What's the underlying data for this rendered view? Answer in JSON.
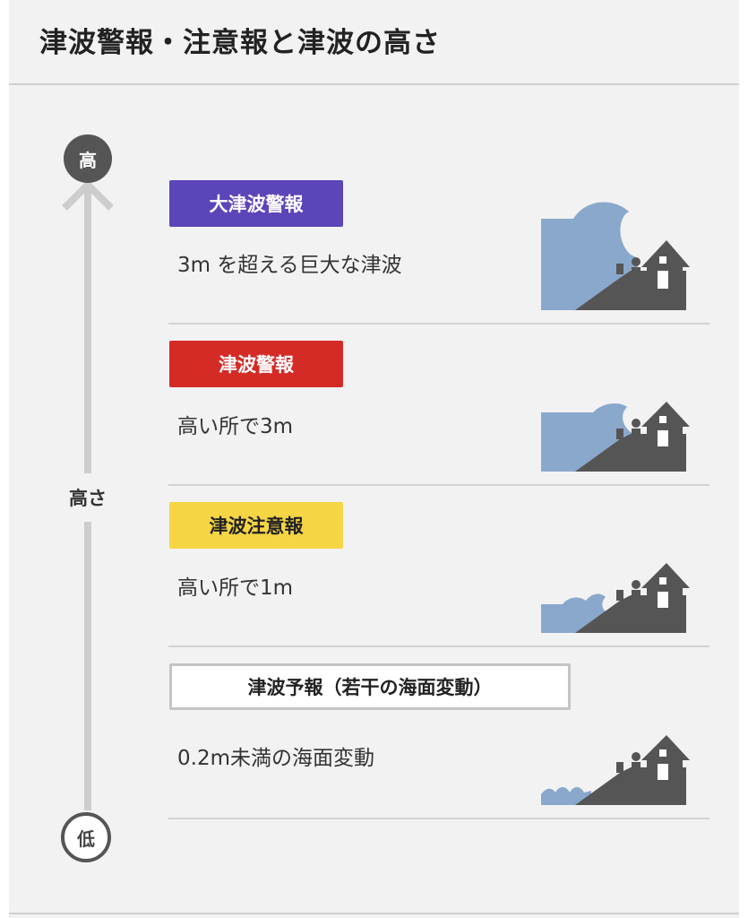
{
  "title": "津波警報・注意報と津波の高さ",
  "axis": {
    "high": "高",
    "low": "低",
    "label": "高さ"
  },
  "levels": [
    {
      "badge": "大津波警報",
      "description": "3m を超える巨大な津波",
      "badge_bg": "#5b45b8",
      "badge_fg": "#ffffff"
    },
    {
      "badge": "津波警報",
      "description": "高い所で3m",
      "badge_bg": "#d42b26",
      "badge_fg": "#ffffff"
    },
    {
      "badge": "津波注意報",
      "description": "高い所で1m",
      "badge_bg": "#f6d545",
      "badge_fg": "#222222"
    },
    {
      "badge": "津波予報（若干の海面変動）",
      "description": "0.2m未満の海面変動",
      "badge_bg": "#ffffff",
      "badge_fg": "#222222"
    }
  ],
  "colors": {
    "water": "#8aa8cc",
    "land": "#555555"
  }
}
